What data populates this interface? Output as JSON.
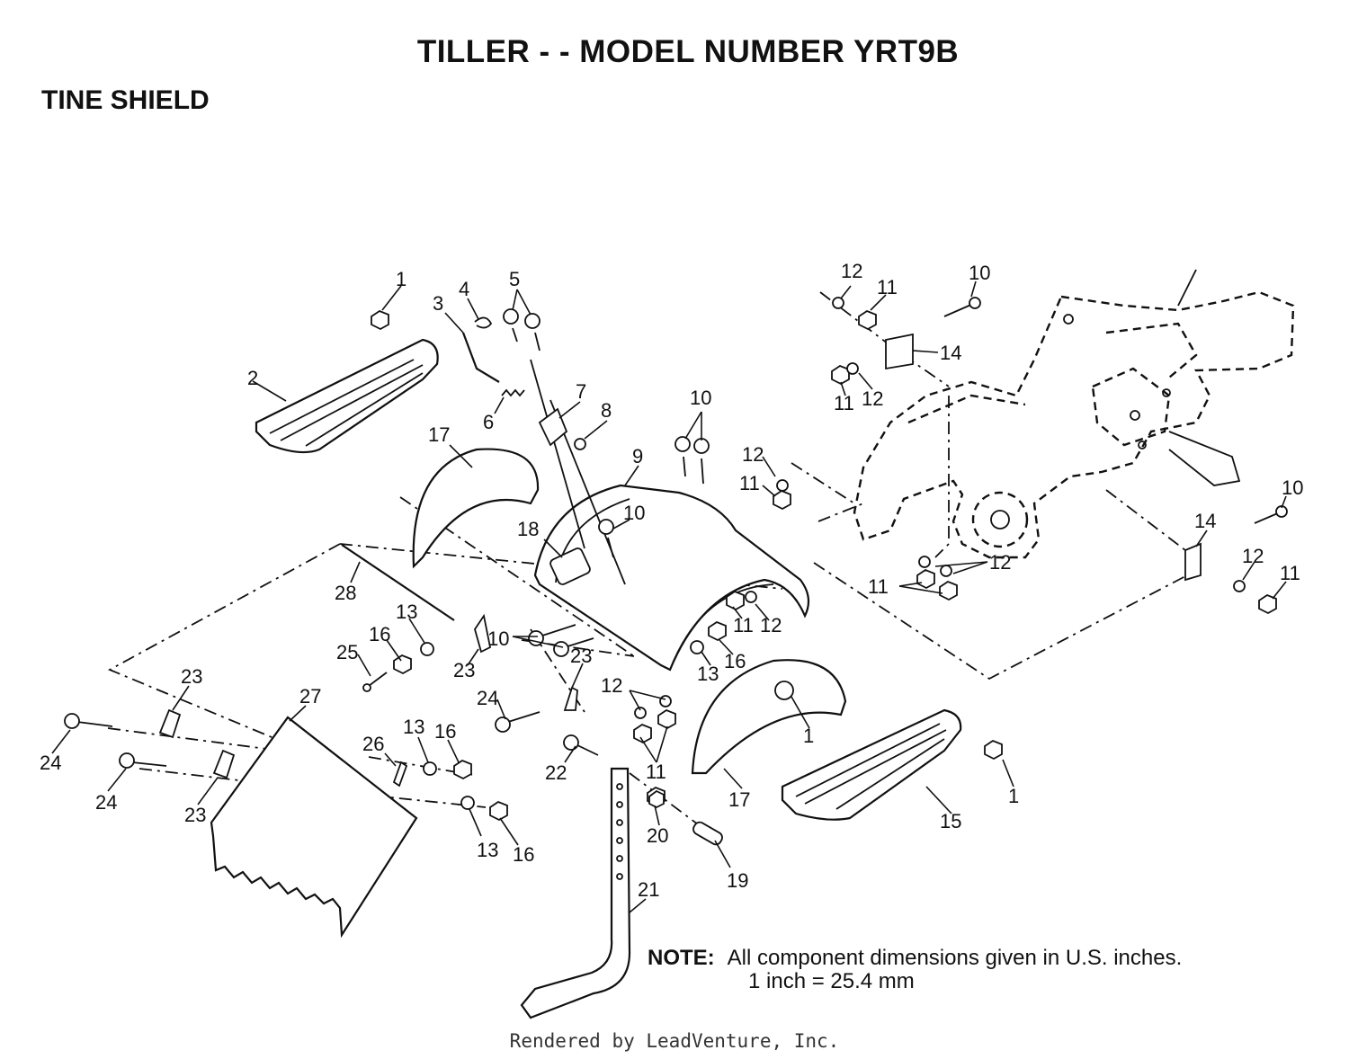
{
  "title": "TILLER - - MODEL NUMBER YRT9B",
  "section": "TINE SHIELD",
  "note": {
    "label": "NOTE:",
    "line1": "All component dimensions given in U.S. inches.",
    "line2": "1 inch = 25.4 mm"
  },
  "credit": "Rendered by LeadVenture, Inc.",
  "callouts": [
    "1",
    "2",
    "3",
    "4",
    "5",
    "6",
    "7",
    "8",
    "9",
    "10",
    "10",
    "10",
    "10",
    "10",
    "11",
    "11",
    "11",
    "11",
    "11",
    "11",
    "11",
    "12",
    "12",
    "12",
    "12",
    "12",
    "12",
    "12",
    "12",
    "13",
    "13",
    "13",
    "13",
    "14",
    "14",
    "15",
    "16",
    "16",
    "16",
    "16",
    "17",
    "17",
    "18",
    "19",
    "20",
    "21",
    "22",
    "23",
    "23",
    "23",
    "23",
    "24",
    "24",
    "24",
    "25",
    "26",
    "27",
    "28",
    "1"
  ]
}
